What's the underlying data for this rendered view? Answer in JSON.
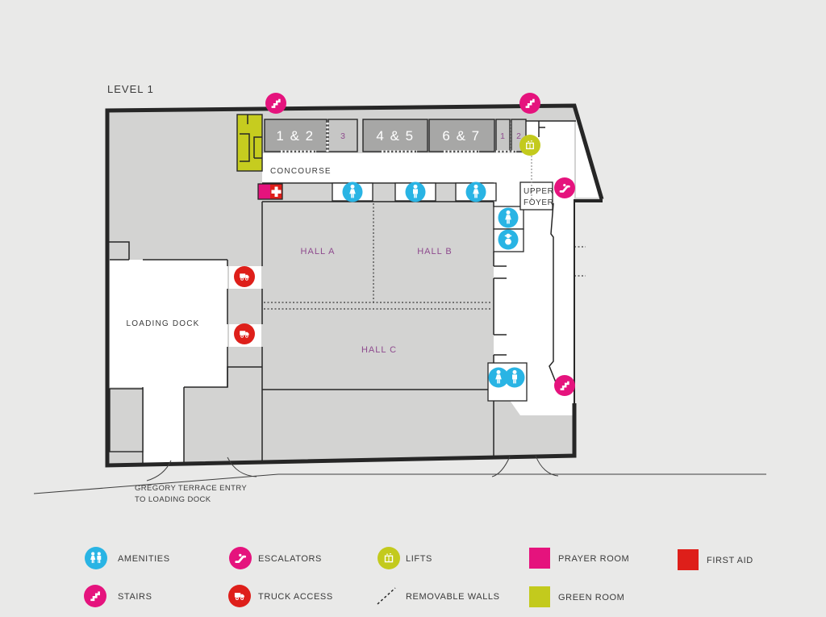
{
  "title": "LEVEL 1",
  "plan": {
    "rooms": {
      "room_1_2": "1 & 2",
      "room_3": "3",
      "room_4_5": "4 & 5",
      "room_6_7": "6 & 7",
      "room_1": "1",
      "room_2": "2"
    },
    "areas": {
      "concourse": "CONCOURSE",
      "upper_foyer_line1": "UPPER",
      "upper_foyer_line2": "FOYER",
      "hall_a": "HALL A",
      "hall_b": "HALL B",
      "hall_c": "HALL C",
      "loading_dock": "LOADING DOCK"
    },
    "annotations": {
      "entry_line1": "GREGORY TERRACE ENTRY",
      "entry_line2": "TO LOADING DOCK"
    }
  },
  "legend": {
    "items": [
      {
        "label": "AMENITIES",
        "icon": "amenities-icon",
        "color": "#29b4e4"
      },
      {
        "label": "ESCALATORS",
        "icon": "escalator-icon",
        "color": "#e5137d"
      },
      {
        "label": "LIFTS",
        "icon": "lift-icon",
        "color": "#c3ca1d"
      },
      {
        "label": "PRAYER ROOM",
        "icon": "prayer-room-swatch",
        "color": "#e5137d"
      },
      {
        "label": "FIRST AID",
        "icon": "first-aid-swatch",
        "color": "#de1f1a"
      },
      {
        "label": "STAIRS",
        "icon": "stairs-icon",
        "color": "#e5137d"
      },
      {
        "label": "TRUCK ACCESS",
        "icon": "truck-access-icon",
        "color": "#de1f1a"
      },
      {
        "label": "REMOVABLE WALLS",
        "icon": "removable-walls-icon",
        "color": "#262626"
      },
      {
        "label": "GREEN ROOM",
        "icon": "green-room-swatch",
        "color": "#c3ca1d"
      }
    ]
  },
  "colors": {
    "background": "#e9e9e8",
    "floor_gray": "#d3d3d2",
    "dark_room_gray": "#a7a7a6",
    "light_room_gray": "#c6c6c5",
    "wall_black": "#262626",
    "amenities_blue": "#29b4e4",
    "pink_magenta": "#e5137d",
    "red": "#de1f1a",
    "lift_green": "#c3ca1d",
    "hall_label_purple": "#8e4a8e"
  }
}
